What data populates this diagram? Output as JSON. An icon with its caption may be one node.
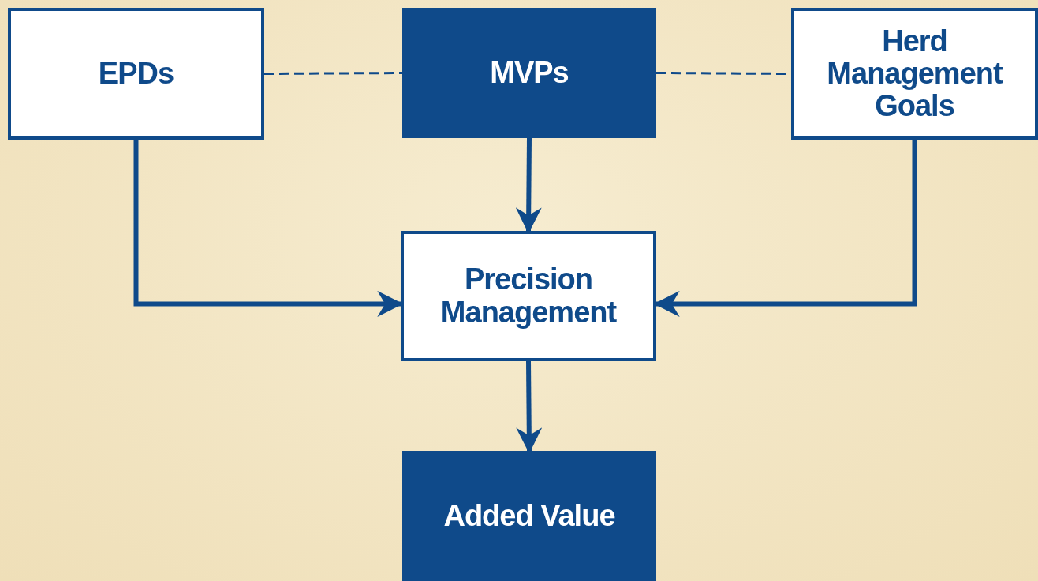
{
  "diagram": {
    "nodes": [
      {
        "text": [
          "EPDs"
        ]
      },
      {
        "text": [
          "MVPs"
        ]
      },
      {
        "text": [
          "Herd Management Goals"
        ]
      },
      {
        "text": [
          "Precision Management"
        ]
      },
      {
        "text": [
          "Added Value"
        ]
      }
    ],
    "edges": [
      {
        "from": 0,
        "to": 1,
        "arrow": "none",
        "style": "dashed"
      },
      {
        "from": 1,
        "to": 2,
        "arrow": "none",
        "style": "dashed"
      },
      {
        "from": 1,
        "to": 3,
        "arrow": "to"
      },
      {
        "from": 0,
        "to": 3,
        "arrow": "to"
      },
      {
        "from": 2,
        "to": 3,
        "arrow": "to"
      },
      {
        "from": 3,
        "to": 4,
        "arrow": "to"
      }
    ]
  }
}
